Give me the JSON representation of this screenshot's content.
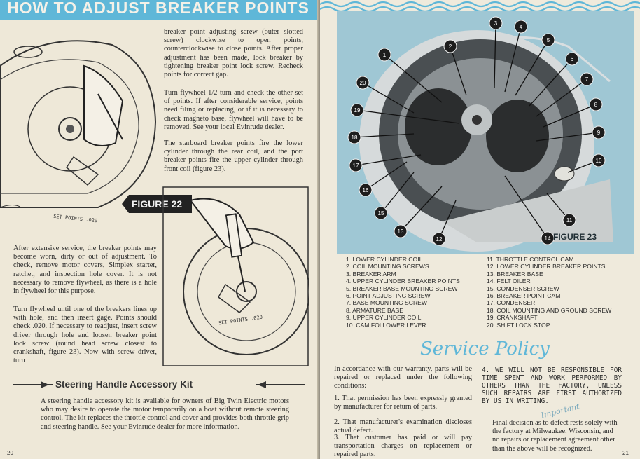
{
  "left_page": {
    "header_title": "HOW TO ADJUST BREAKER POINTS",
    "col2_p1": "breaker point adjusting screw (outer slotted screw) clockwise to open points, counterclockwise to close points. After proper adjustment has been made, lock breaker by tightening breaker point lock screw. Recheck points for correct gap.",
    "col2_p2": "Turn flywheel 1/2 turn and check the other set of points. If after considerable service, points need filing or replacing, or if it is necessary to check magneto base, flywheel will have to be removed. See your local Evinrude dealer.",
    "col2_p3": "The starboard breaker points fire the lower cylinder through the rear coil, and the port breaker points fire the upper cylinder through front coil (figure 23).",
    "figure_label": "FIGURE 22",
    "caption_1": "SET POINTS .020",
    "caption_2": "SET POINTS .020",
    "col1_p1": "After extensive service, the breaker points may become worn, dirty or out of adjustment. To check, remove motor covers, Simplex starter, ratchet, and inspection hole cover. It is not necessary to remove flywheel, as there is a hole in flywheel for this purpose.",
    "col1_p2": "Turn flywheel until one of the breakers lines up with hole, and then insert gage. Points should check .020. If necessary to readjust, insert screw driver through hole and loosen breaker point lock screw (round head screw closest to crankshaft, figure 23). Now with screw driver, turn",
    "steering_title": "Steering Handle Accessory Kit",
    "steering_text": "A steering handle accessory kit is available for owners of Big Twin Electric motors who may desire to operate the motor temporarily on a boat without remote steering control. The kit replaces the throttle control and cover and provides both throttle grip and steering handle. See your Evinrude dealer for more information.",
    "page_number": "20"
  },
  "right_page": {
    "figure_label": "FIGURE 23",
    "callouts": [
      "1",
      "2",
      "3",
      "4",
      "5",
      "6",
      "7",
      "8",
      "9",
      "10",
      "11",
      "12",
      "13",
      "14",
      "15",
      "16",
      "17",
      "18",
      "19",
      "20"
    ],
    "legend_left": [
      "1. LOWER CYLINDER COIL",
      "2. COIL MOUNTING SCREWS",
      "3. BREAKER ARM",
      "4. UPPER CYLINDER BREAKER POINTS",
      "5. BREAKER BASE MOUNTING SCREW",
      "6. POINT ADJUSTING SCREW",
      "7. BASE MOUNTING SCREW",
      "8. ARMATURE BASE",
      "9. UPPER CYLINDER COIL",
      "10. CAM FOLLOWER LEVER"
    ],
    "legend_right": [
      "11. THROTTLE CONTROL CAM",
      "12. LOWER CYLINDER BREAKER POINTS",
      "13. BREAKER BASE",
      "14. FELT OILER",
      "15. CONDENSER SCREW",
      "16. BREAKER POINT CAM",
      "17. CONDENSER",
      "18. COIL MOUNTING AND GROUND SCREW",
      "19. CRANKSHAFT",
      "20. SHIFT LOCK STOP"
    ],
    "service_title": "Service Policy",
    "intro": "In accordance with our warranty, parts will be repaired or replaced under the following conditions:",
    "cond_1": "1. That permission has been expressly granted by manufacturer for return of parts.",
    "cond_2": "2. That manufacturer's examination discloses actual defect.",
    "cond_3": "3. That customer has paid or will pay transportation charges on replacement or repaired parts.",
    "cond_4": "4. WE WILL NOT BE RESPONSIBLE FOR TIME SPENT AND WORK PERFORMED BY OTHERS THAN THE FACTORY, UNLESS SUCH REPAIRS ARE FIRST AUTHORIZED BY US IN WRITING.",
    "important_label": "Important",
    "final": "Final decision as to defect rests solely with the factory at Milwaukee, Wisconsin, and no repairs or replacement agreement other than the above will be recognized.",
    "page_number": "21"
  }
}
